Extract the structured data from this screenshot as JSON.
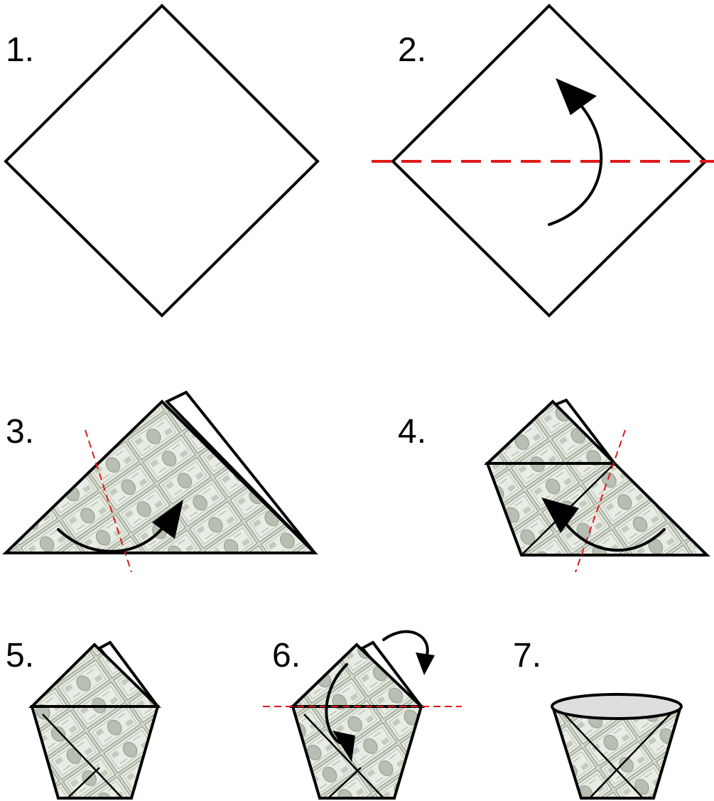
{
  "steps": [
    {
      "id": "1",
      "label": "1."
    },
    {
      "id": "2",
      "label": "2."
    },
    {
      "id": "3",
      "label": "3."
    },
    {
      "id": "4",
      "label": "4."
    },
    {
      "id": "5",
      "label": "5."
    },
    {
      "id": "6",
      "label": "6."
    },
    {
      "id": "7",
      "label": "7."
    }
  ],
  "colors": {
    "outline": "#000000",
    "fold_line": "#e0191b",
    "banknote_pattern": "#c9d2c4",
    "cup_rim": "#dedede"
  },
  "icons": [
    "curved-arrow-icon",
    "dashed-fold-line"
  ]
}
